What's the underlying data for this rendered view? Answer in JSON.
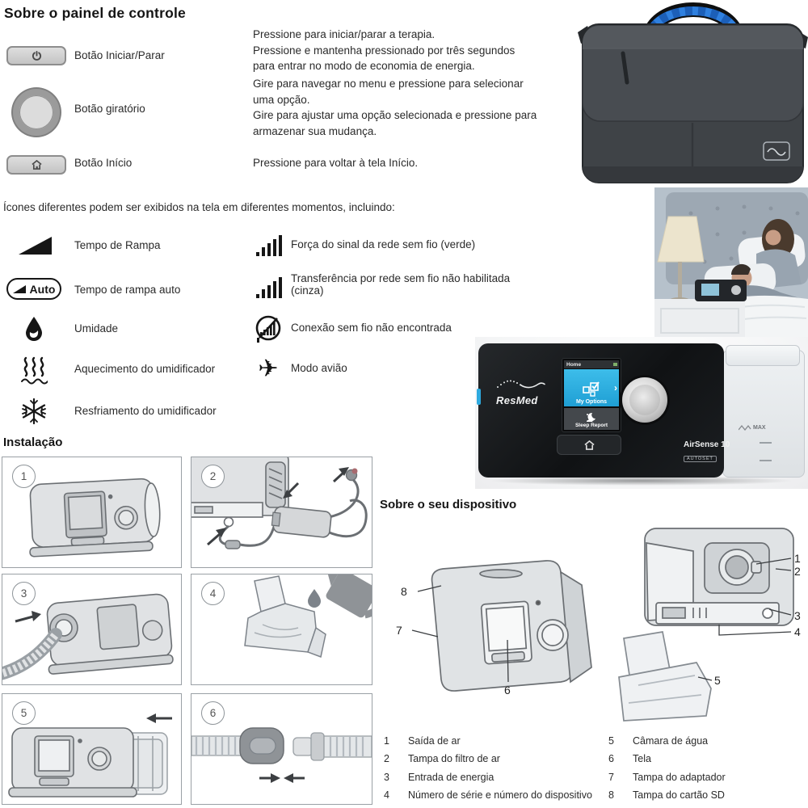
{
  "control_panel": {
    "title": "Sobre o painel de controle",
    "rows": [
      {
        "label": "Botão Iniciar/Parar",
        "desc": "Pressione para iniciar/parar a terapia.\nPressione e mantenha pressionado por três segundos\npara entrar no modo de economia de energia."
      },
      {
        "label": "Botão giratório",
        "desc": "Gire para navegar no menu e pressione para selecionar\numa opção.\nGire para ajustar uma opção selecionada e pressione para\narmazenar sua mudança."
      },
      {
        "label": "Botão Início",
        "desc": "Pressione para voltar à tela Início."
      }
    ]
  },
  "icons_section": {
    "intro": "Ícones diferentes podem ser exibidos na tela em diferentes momentos, incluindo:",
    "auto_text": "Auto",
    "left": [
      {
        "icon": "ramp-icon",
        "label": "Tempo de Rampa"
      },
      {
        "icon": "ramp-auto-icon",
        "label": "Tempo de rampa auto"
      },
      {
        "icon": "humidity-icon",
        "label": "Umidade"
      },
      {
        "icon": "humidifier-heating-icon",
        "label": "Aquecimento do umidificador"
      },
      {
        "icon": "humidifier-cooling-icon",
        "label": "Resfriamento do umidificador"
      }
    ],
    "right": [
      {
        "icon": "wireless-signal-icon",
        "label": "Força do sinal da rede sem fio (verde)"
      },
      {
        "icon": "wireless-transfer-disabled-icon",
        "label": "Transferência por rede sem fio não habilitada\n(cinza)"
      },
      {
        "icon": "no-wireless-icon",
        "label": "Conexão sem fio não encontrada"
      },
      {
        "icon": "airplane-mode-icon",
        "label": "Modo avião",
        "glyph": "✈"
      }
    ]
  },
  "installation": {
    "title": "Instalação",
    "steps": [
      "1",
      "2",
      "3",
      "4",
      "5",
      "6"
    ]
  },
  "device_section": {
    "title": "Sobre o seu dispositivo",
    "parts_left": [
      {
        "num": "1",
        "label": "Saída de ar"
      },
      {
        "num": "2",
        "label": "Tampa do filtro de ar"
      },
      {
        "num": "3",
        "label": "Entrada de energia"
      },
      {
        "num": "4",
        "label": "Número de série e número do dispositivo"
      }
    ],
    "parts_right": [
      {
        "num": "5",
        "label": "Câmara de água"
      },
      {
        "num": "6",
        "label": "Tela"
      },
      {
        "num": "7",
        "label": "Tampa do adaptador"
      },
      {
        "num": "8",
        "label": "Tampa do cartão SD"
      }
    ]
  },
  "device_photo": {
    "brand": "ResMed",
    "screen_title": "Home",
    "tile_options": "My Options",
    "tile_sleep": "Sleep Report",
    "chevron": "›",
    "model": "AirSense 10",
    "variant": "AUTOSET",
    "max_label": "MAX"
  },
  "colors": {
    "accent_blue": "#29abe2",
    "bag_handle_blue": "#2f80df",
    "device_black": "#17191b"
  }
}
